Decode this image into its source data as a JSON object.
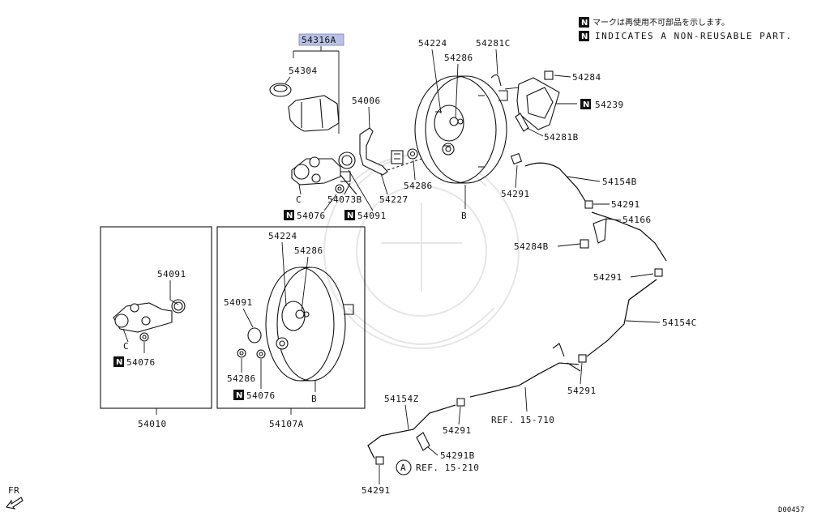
{
  "notes": {
    "japanese": "マークは再使用不可部品を示します。",
    "english": "INDICATES A NON-REUSABLE PART.",
    "badge": "N"
  },
  "diagram_code": "D00457",
  "front_indicator": "FR",
  "highlight_color": "#b9c2e6",
  "labels": {
    "p54316A": "54316A",
    "p54304": "54304",
    "p54006": "54006",
    "p54224_top": "54224",
    "p54281C": "54281C",
    "p54286_top": "54286",
    "p54284": "54284",
    "p54239": "54239",
    "p54281B": "54281B",
    "p54154B": "54154B",
    "p54291_a": "54291",
    "p54291_b": "54291",
    "p54166": "54166",
    "p54284B": "54284B",
    "p54291_c": "54291",
    "p54154C": "54154C",
    "p54291_d": "54291",
    "p54286_mid": "54286",
    "b_top": "B",
    "c_top": "C",
    "p54073B": "54073B",
    "p54227": "54227",
    "p54076_top": "54076",
    "p54091_top": "54091",
    "p54091_left": "54091",
    "c_left": "C",
    "p54076_left": "54076",
    "p54010": "54010",
    "p54224_box": "54224",
    "p54286_box": "54286",
    "p54091_box": "54091",
    "p54286_box2": "54286",
    "p54076_box": "54076",
    "b_box": "B",
    "p54107A": "54107A",
    "p54154Z": "54154Z",
    "p54291_e": "54291",
    "ref_710": "REF. 15-710",
    "p54291B": "54291B",
    "circle_a": "A",
    "ref_210": "REF. 15-210",
    "p54291_f": "54291"
  }
}
